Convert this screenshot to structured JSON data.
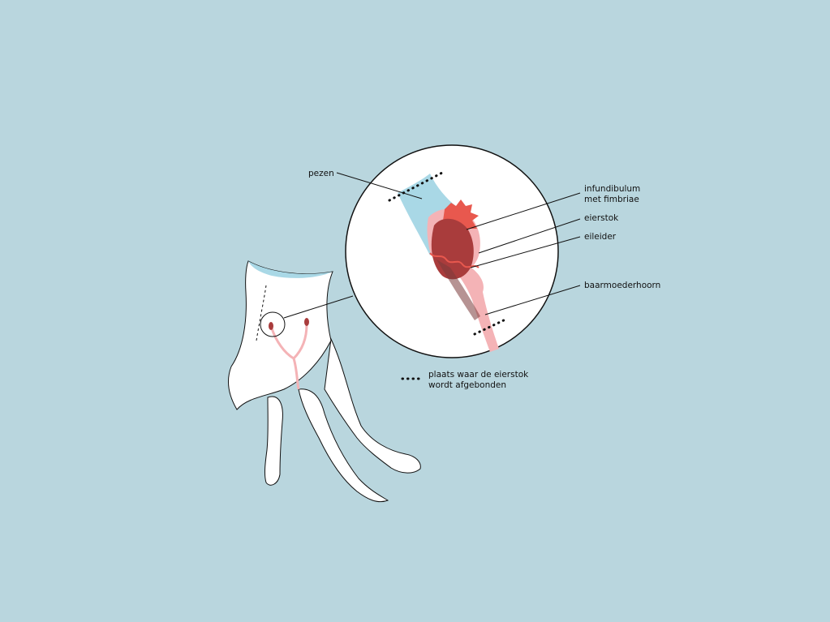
{
  "diagram": {
    "labels": {
      "pezen": "pezen",
      "infundibulum_line1": "infundibulum",
      "infundibulum_line2": "met fimbriae",
      "eierstok": "eierstok",
      "eileider": "eileider",
      "baarmoederhoorn": "baarmoederhoorn"
    },
    "legend": {
      "line1": "plaats waar de eierstok",
      "line2": "wordt afgebonden"
    },
    "colors": {
      "background": "#b9d6de",
      "body": "#ffffff",
      "tendon": "#a9d8e6",
      "uterus": "#f4b3b6",
      "ovary": "#a93c3c",
      "fimbriae": "#e8584e",
      "dots": "#111111"
    }
  }
}
